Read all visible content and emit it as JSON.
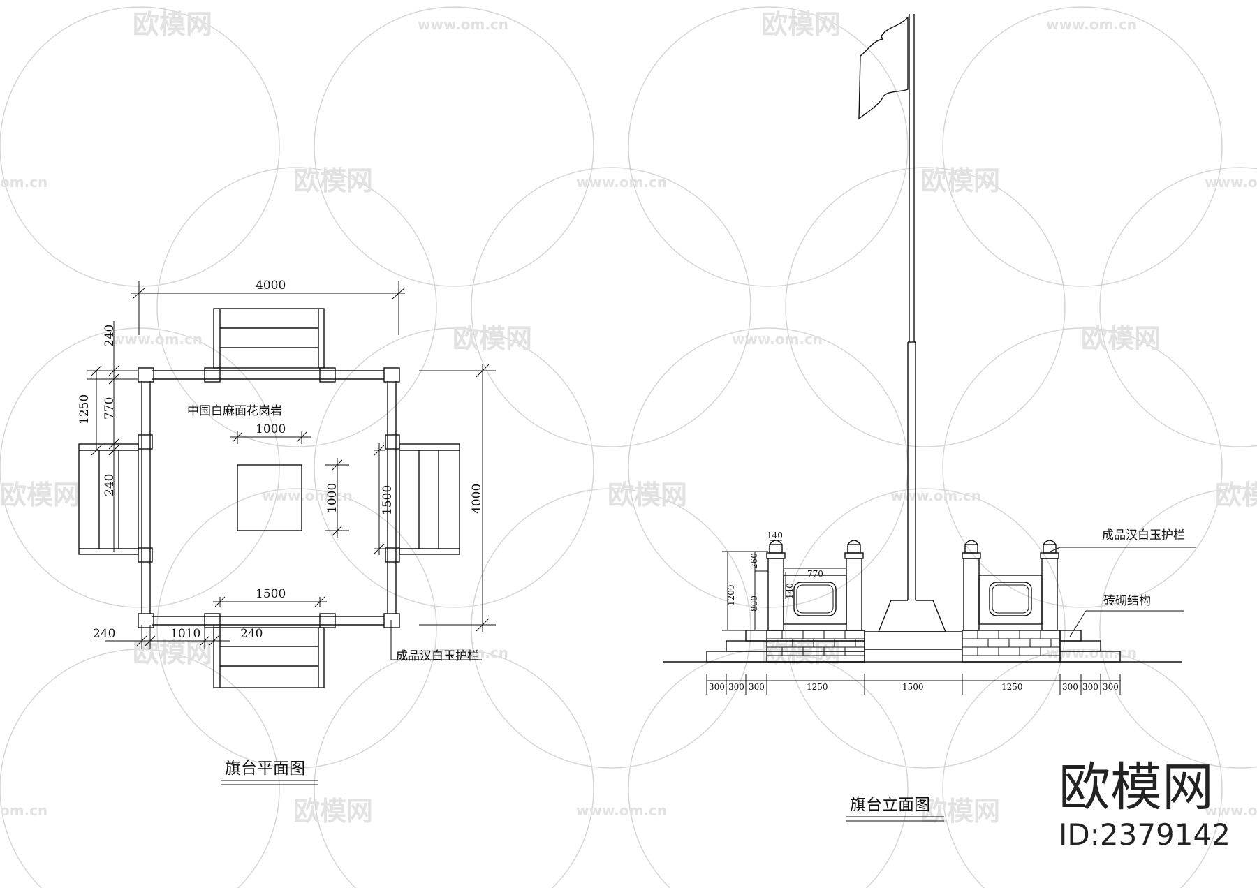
{
  "watermark": {
    "logo": "欧模网",
    "url": "www.om.cn",
    "url_short": "om.cn"
  },
  "plan": {
    "title": "旗台平面图",
    "material_label": "中国白麻面花岗岩",
    "railing_label": "成品汉白玉护栏",
    "dims": {
      "overall_width": "4000",
      "overall_height": "4000",
      "center_w": "1000",
      "center_h": "1000",
      "inner_w": "1500",
      "inner_h": "1500",
      "left_top": "1250",
      "left_770": "770",
      "left_240_top": "240",
      "left_240_mid": "240",
      "bottom_240_left": "240",
      "bottom_1010": "1010",
      "bottom_240_right": "240"
    }
  },
  "elevation": {
    "title": "旗台立面图",
    "railing_label": "成品汉白玉护栏",
    "brick_label": "砖砌结构",
    "dims": {
      "d140_top": "140",
      "d260": "260",
      "d770": "770",
      "d140_mid": "140",
      "d1200": "1200",
      "d800": "800",
      "bottom": [
        "300",
        "300",
        "300",
        "1250",
        "1500",
        "1250",
        "300",
        "300",
        "300"
      ]
    }
  },
  "brand": {
    "name": "欧模网",
    "id": "ID:2379142"
  }
}
